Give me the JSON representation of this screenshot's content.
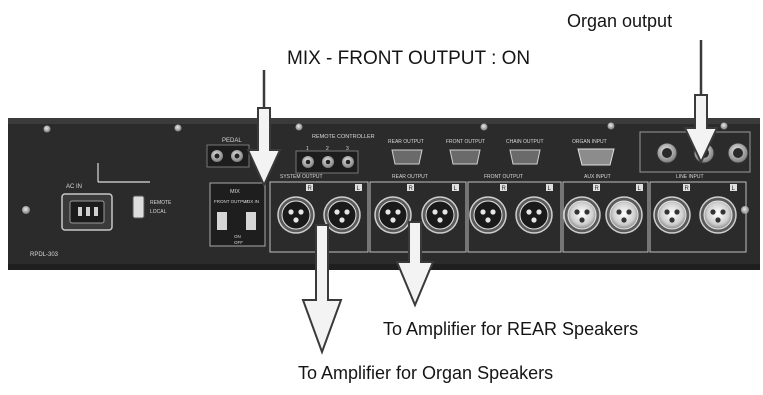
{
  "callouts": {
    "mix_front_output": "MIX - FRONT OUTPUT : ON",
    "organ_output": "Organ output",
    "rear_speakers": "To Amplifier for REAR Speakers",
    "organ_speakers": "To Amplifier for Organ Speakers"
  },
  "panel": {
    "model": "RPDL-303",
    "ac_in": "AC IN",
    "power_switch": {
      "remote": "REMOTE",
      "local": "LOCAL"
    },
    "pedal": "PEDAL",
    "remote_controller": "REMOTE CONTROLLER",
    "remote_pins": [
      "1",
      "2",
      "3"
    ],
    "rear_output_port": "REAR OUTPUT",
    "front_output_port": "FRONT OUTPUT",
    "chain_output_port": "CHAIN OUTPUT",
    "organ_input_port": "ORGAN INPUT",
    "mix_block": {
      "title": "MIX",
      "left": "FRONT OUTPUT",
      "right": "AUX IN",
      "on": "ON",
      "off": "OFF"
    },
    "system_output": "SYSTEM OUTPUT",
    "rear_output_xlr": "REAR OUTPUT",
    "front_output_xlr": "FRONT OUTPUT",
    "aux_input": "AUX INPUT",
    "line_input": "LINE INPUT",
    "channel_marks": {
      "right": "R",
      "left": "L"
    }
  },
  "colors": {
    "panel": "#2b2b2b",
    "arrow_fill": "#f3f3f3",
    "arrow_stroke": "#3a3a3a",
    "label_text": "#151515"
  }
}
